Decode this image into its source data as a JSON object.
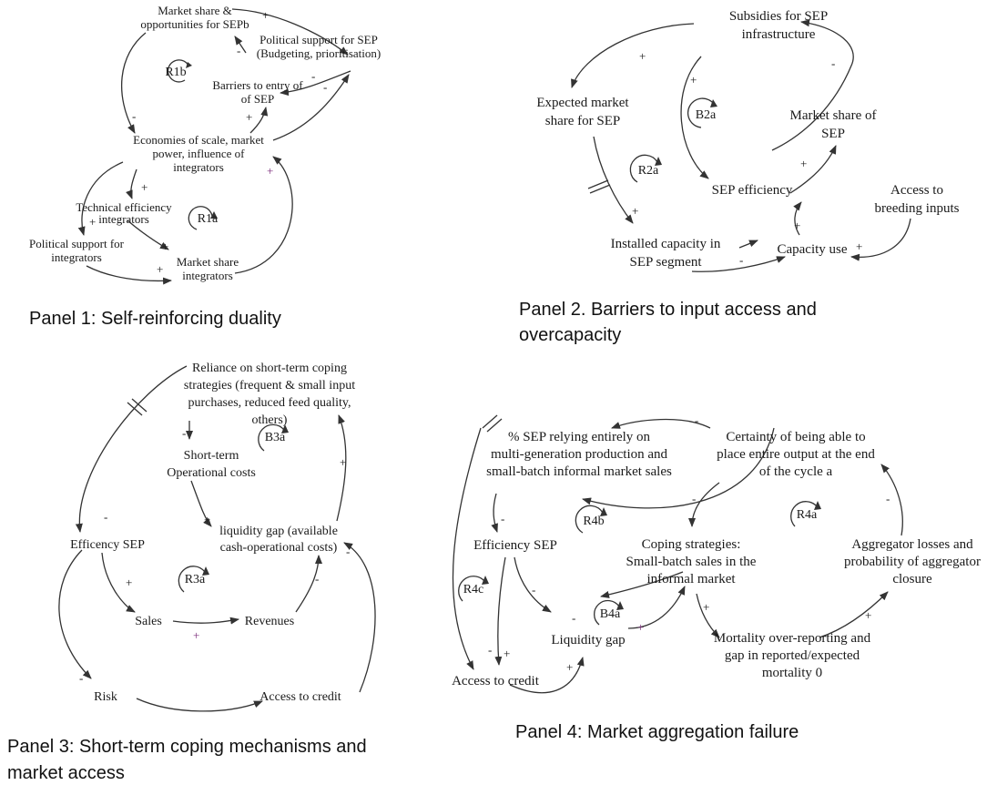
{
  "panels": [
    {
      "caption": [
        "Panel 1: Self-reinforcing duality"
      ],
      "nodes": {
        "market_share_sep": [
          "Market share &",
          "opportunities for SEPb"
        ],
        "political_support_sep": [
          "Political support for SEP",
          "(Budgeting, prioritisation)"
        ],
        "barriers_entry": [
          "Barriers to entry of",
          "of SEP"
        ],
        "economies_scale": [
          "Economies of scale, market",
          "power, influence of",
          "integrators"
        ],
        "technical_efficiency": [
          "Technical efficiency",
          "integrators"
        ],
        "political_support_int": [
          "Political support for",
          "integrators"
        ],
        "market_share_int": [
          "Market share",
          "integrators"
        ]
      },
      "loops": [
        "R1b",
        "R1a"
      ]
    },
    {
      "caption": [
        "Panel 2. Barriers to input access and",
        "overcapacity"
      ],
      "nodes": {
        "subsidies": [
          "Subsidies for SEP",
          "infrastructure"
        ],
        "expected_share": [
          "Expected market",
          "share for SEP"
        ],
        "market_share": [
          "Market share of",
          "SEP"
        ],
        "sep_efficiency": [
          "SEP efficiency"
        ],
        "access_breeding": [
          "Access to",
          "breeding inputs"
        ],
        "installed_capacity": [
          "Installed capacity in",
          "SEP segment"
        ],
        "capacity_use": [
          "Capacity use"
        ]
      },
      "loops": [
        "B2a",
        "R2a"
      ]
    },
    {
      "caption": [
        "Panel 3: Short-term coping mechanisms and",
        "market access"
      ],
      "nodes": {
        "reliance": [
          "Reliance on short-term coping",
          "strategies (frequent & small input",
          "purchases, reduced feed quality,",
          "others)"
        ],
        "operational_costs": [
          "Short-term",
          "Operational costs"
        ],
        "liquidity_gap": [
          "liquidity gap (available",
          "cash-operational costs)"
        ],
        "efficiency": [
          "Efficency SEP"
        ],
        "sales": [
          "Sales"
        ],
        "revenues": [
          "Revenues"
        ],
        "risk": [
          "Risk"
        ],
        "access_credit": [
          "Access to credit"
        ]
      },
      "loops": [
        "B3a",
        "R3a"
      ]
    },
    {
      "caption": [
        "Panel 4: Market aggregation failure"
      ],
      "nodes": {
        "pct_sep": [
          "% SEP relying entirely on",
          "multi-generation production and",
          "small-batch informal market sales"
        ],
        "certainty": [
          "Certainty of being able to",
          "place entire output at the end",
          "of the cycle a"
        ],
        "efficiency": [
          "Efficiency SEP"
        ],
        "coping": [
          "Coping strategies:",
          "Small-batch sales in the",
          "informal market"
        ],
        "aggregator_losses": [
          "Aggregator losses and",
          "probability of aggregator",
          "closure"
        ],
        "liquidity_gap": [
          "Liquidity gap"
        ],
        "mortality": [
          "Mortality over-reporting and",
          "gap in reported/expected",
          "mortality 0"
        ],
        "access_credit": [
          "Access to credit"
        ]
      },
      "loops": [
        "R4b",
        "R4a",
        "R4c",
        "B4a"
      ]
    }
  ],
  "polarity": {
    "plus": "+",
    "minus": "-"
  },
  "colors": {
    "text": "#1a1a1a",
    "link": "#333333",
    "accent": "#7a2a7a"
  }
}
